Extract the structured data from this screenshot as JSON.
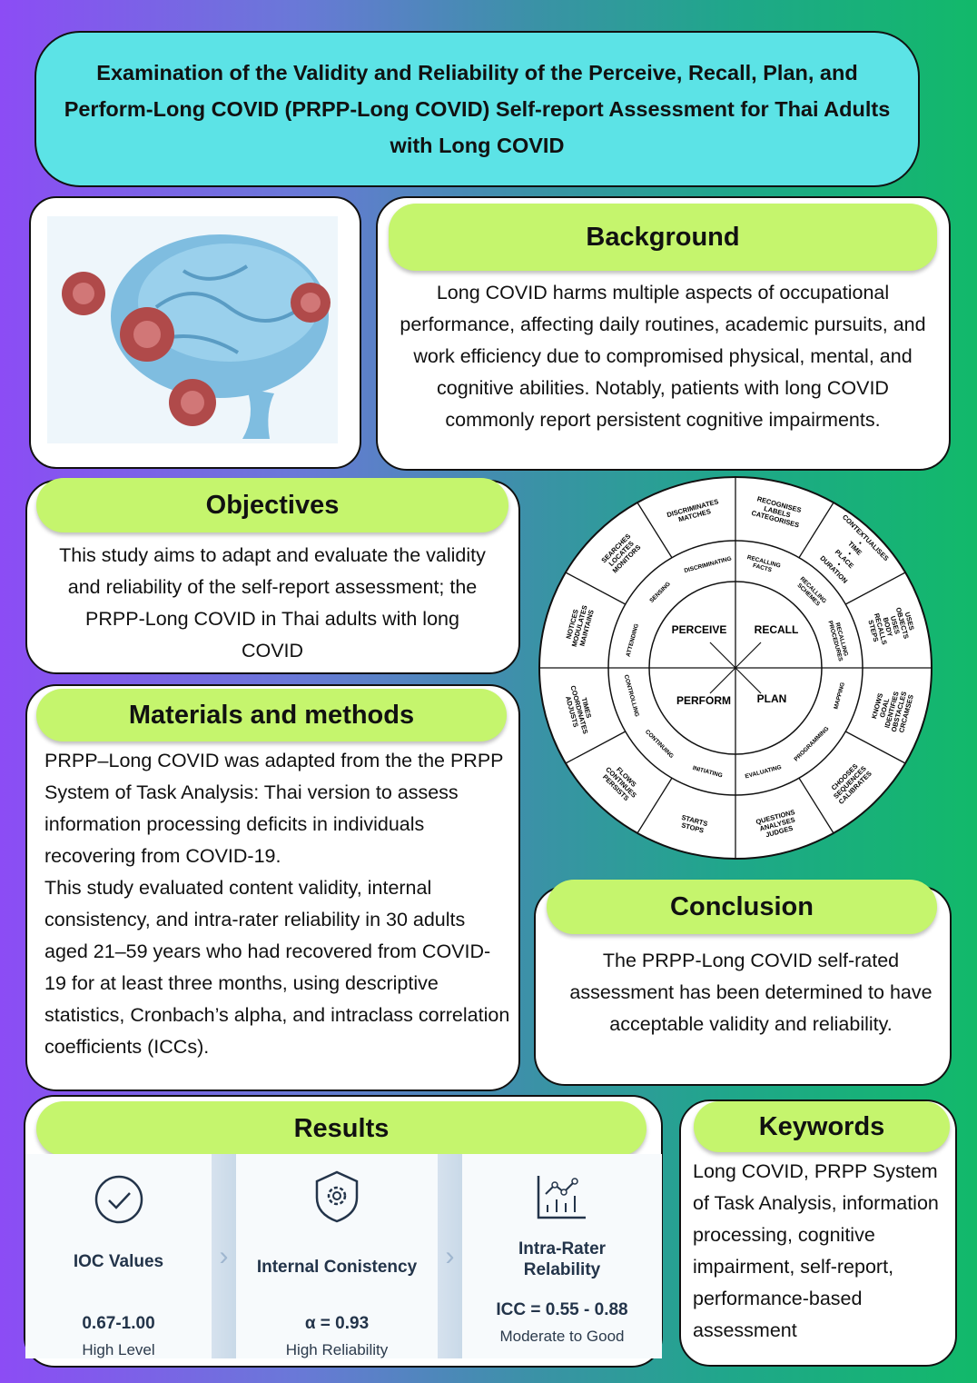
{
  "title": "Examination of the Validity and Reliability of the Perceive, Recall, Plan, and Perform-Long COVID (PRPP-Long COVID) Self-report Assessment for Thai Adults with Long COVID",
  "background": {
    "heading": "Background",
    "text": "Long COVID harms multiple aspects of occupational performance, affecting daily routines, academic pursuits, and work efficiency due to compromised physical, mental, and cognitive abilities. Notably, patients with long COVID commonly report persistent cognitive impairments."
  },
  "objectives": {
    "heading": "Objectives",
    "text": "This study aims to adapt and evaluate the validity and reliability of the self-report assessment; the PRPP-Long COVID in Thai adults with long COVID"
  },
  "methods": {
    "heading": "Materials and methods",
    "p1": "PRPP–Long COVID was adapted from the  the PRPP System of Task Analysis: Thai version to assess information processing deficits in individuals recovering from COVID-19.",
    "p2": " This study evaluated content validity, internal consistency, and intra-rater reliability in 30 adults aged 21–59 years who had recovered from COVID-19 for at least three months, using descriptive statistics, Cronbach’s alpha, and intraclass correlation coefficients (ICCs)."
  },
  "conclusion": {
    "heading": "Conclusion",
    "text": "The PRPP-Long COVID self-rated assessment has been determined to have acceptable validity and reliability."
  },
  "keywords": {
    "heading": "Keywords",
    "text": "Long COVID, PRPP System of Task Analysis, information processing, cognitive impairment, self-report, performance-based assessment"
  },
  "results": {
    "heading": "Results",
    "items": [
      {
        "icon": "check-circle-icon",
        "title": "IOC Values",
        "value": "0.67-1.00",
        "sub": "High Level"
      },
      {
        "icon": "shield-gear-icon",
        "title": "Internal Conistency",
        "value": "α = 0.93",
        "sub": "High Reliability"
      },
      {
        "icon": "chart-icon",
        "title": "Intra-Rater Relability",
        "value": "ICC = 0.55 - 0.88",
        "sub": "Moderate to Good"
      }
    ]
  },
  "wheel": {
    "center": [
      "PERCEIVE",
      "RECALL",
      "PERFORM",
      "PLAN"
    ],
    "middle": [
      "RECALLING FACTS",
      "RECALLING SCHEMES",
      "RECALLING PROCEDURES",
      "MAPPING",
      "PROGRAMMING",
      "EVALUATING",
      "INITIATING",
      "CONTINUING",
      "CONTROLLING",
      "ATTENDING",
      "SENSING",
      "DISCRIMINATING"
    ],
    "outer": [
      "RECOGNISES LABELS CATEGORISES",
      "CONTEXTUALISES • TIME • PLACE • DURATION",
      "USES OBJECTS USES BODY RECALLS STEPS",
      "KNOWS GOAL IDENTIFIES OBSTACLES CRCAMSES",
      "CHOOSES SEQUENCES CALIBRATES",
      "QUESTIONS ANALYSES JUDGES",
      "STARTS STOPS",
      "FLOWS CONTINUES PERSISTS",
      "TIMES COORDINATES ADJUSTS",
      "NOTICES MODULATES MAINTAINS",
      "SEARCHES LOCATES MONITORS",
      "DISCRIMINATES MATCHES"
    ]
  }
}
